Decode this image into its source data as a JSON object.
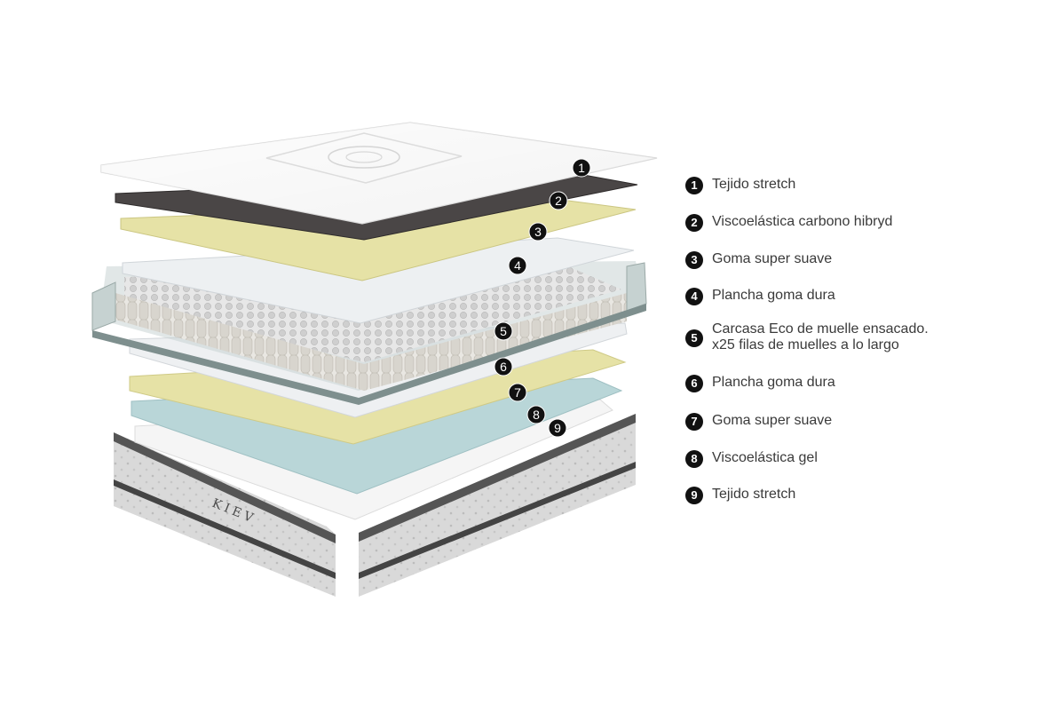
{
  "brand_label": "KIEV",
  "legend": [
    {
      "number": "1",
      "lines": [
        "Tejido stretch"
      ]
    },
    {
      "number": "2",
      "lines": [
        "Viscoelástica carbono hibryd"
      ]
    },
    {
      "number": "3",
      "lines": [
        "Goma super suave"
      ]
    },
    {
      "number": "4",
      "lines": [
        "Plancha goma dura"
      ]
    },
    {
      "number": "5",
      "lines": [
        "Carcasa Eco de muelle ensacado.",
        "x25 filas de muelles a lo largo"
      ]
    },
    {
      "number": "6",
      "lines": [
        "Plancha goma dura"
      ]
    },
    {
      "number": "7",
      "lines": [
        "Goma super suave"
      ]
    },
    {
      "number": "8",
      "lines": [
        "Viscoelástica gel"
      ]
    },
    {
      "number": "9",
      "lines": [
        "Tejido stretch"
      ]
    }
  ],
  "markers": [
    "1",
    "2",
    "3",
    "4",
    "5",
    "6",
    "7",
    "8",
    "9"
  ],
  "colors": {
    "top_fabric": "#f3f3f3",
    "carbon_foam": "#4a4646",
    "soft_foam": "#e6e2a6",
    "hard_foam": "#eceef0",
    "spring_casing": "#c9d3d3",
    "gel_foam": "#b9d6d8",
    "base_fabric": "#f4f4f4",
    "badge": "#111111"
  }
}
